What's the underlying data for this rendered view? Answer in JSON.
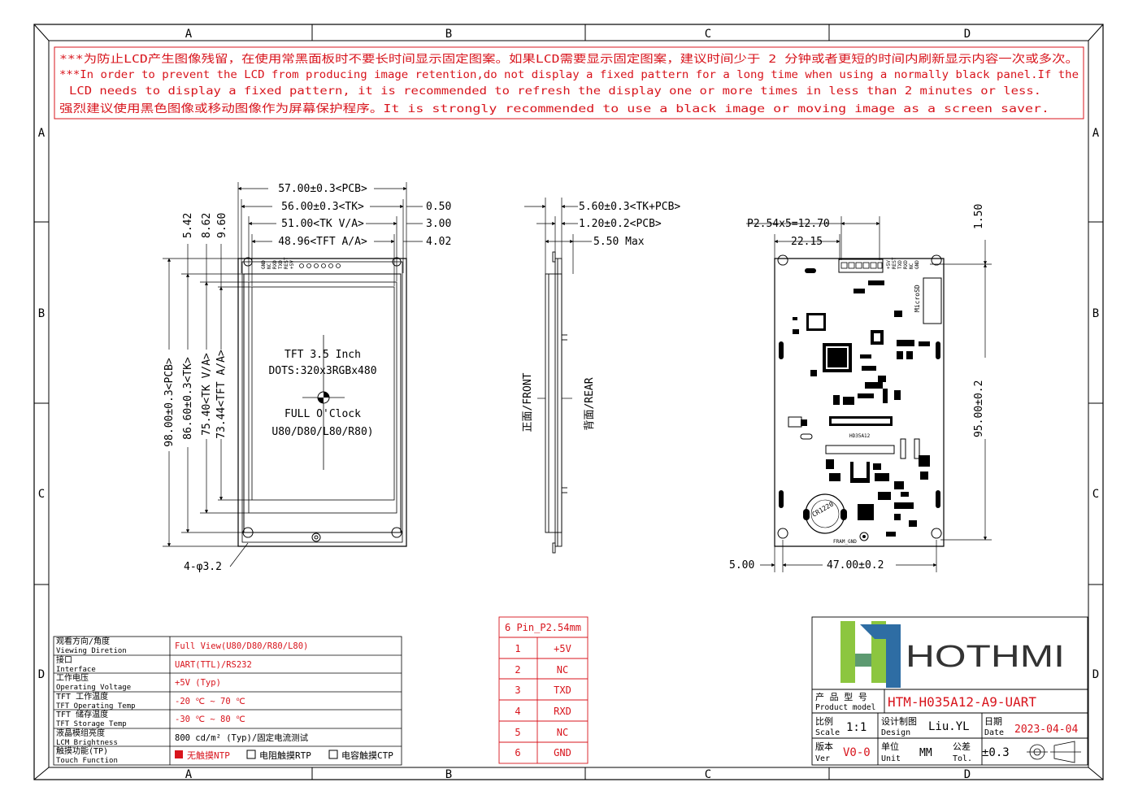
{
  "zones": {
    "columns": [
      "A",
      "B",
      "C",
      "D"
    ],
    "rows": [
      "A",
      "B",
      "C",
      "D"
    ]
  },
  "notice": {
    "line1": "***为防止LCD产生图像残留，在使用常黑面板时不要长时间显示固定图案。如果LCD需要显示固定图案，建议时间少于 2 分钟或者更短的时间内刷新显示内容一次或多次。",
    "line2": "***In order to prevent the LCD from producing image retention,do not display a fixed pattern for a long time when using a normally black panel.If the",
    "line3": "LCD needs to display a fixed pattern, it is recommended to refresh the display one or more times in less than 2 minutes or less.",
    "line4": "强烈建议使用黑色图像或移动图像作为屏幕保护程序。It is strongly recommended to use a black image or moving image as a screen saver."
  },
  "front_view": {
    "dim_pcb_width": "57.00±0.3<PCB>",
    "dim_tk_width": "56.00±0.3<TK>",
    "dim_tk_va_width": "51.00<TK V/A>",
    "dim_tft_aa_width": "48.96<TFT A/A>",
    "dim_right_1": "0.50",
    "dim_right_2": "3.00",
    "dim_right_3": "4.02",
    "dim_top_1": "5.42",
    "dim_top_2": "8.62",
    "dim_top_3": "9.60",
    "dim_pcb_height": "98.00±0.3<PCB>",
    "dim_tk_height": "86.60±0.3<TK>",
    "dim_tk_va_height": "75.40<TK V/A>",
    "dim_tft_aa_height": "73.44<TFT A/A>",
    "screen_line1": "TFT 3.5 Inch",
    "screen_line2": "DOTS:320x3RGBx480",
    "screen_line3": "FULL O'Clock",
    "screen_line4": "U80/D80/L80/R80)",
    "hole_label": "4-φ3.2",
    "pin_labels": [
      "GND",
      "NC",
      "RXD",
      "TXD",
      "REST",
      "+5V"
    ]
  },
  "side_view": {
    "dim_total": "5.60±0.3<TK+PCB>",
    "dim_pcb": "1.20±0.2<PCB>",
    "dim_max": "5.50 Max",
    "front_label": "正面/FRONT",
    "rear_label": "背面/REAR"
  },
  "rear_view": {
    "dim_pitch": "P2.54x5=12.70",
    "dim_offset": "22.15",
    "dim_top": "1.50",
    "dim_height": "95.00±0.2",
    "dim_left": "5.00",
    "dim_width": "47.00±0.2",
    "microsd_label": "MicroSD",
    "battery_label": "CR1220",
    "fram_label": "FRAM_GND",
    "connector_label": "HD35A12",
    "pin_labels": [
      "GND",
      "NC",
      "RXD",
      "TXD",
      "REST",
      "+5V"
    ]
  },
  "spec_table": {
    "rows": [
      {
        "zh": "观看方向/角度",
        "en": "Viewing Diretion",
        "value": "Full View(U80/D80/R80/L80)"
      },
      {
        "zh": "接口",
        "en": "Interface",
        "value": "UART(TTL)/RS232"
      },
      {
        "zh": "工作电压",
        "en": "Operating Voltage",
        "value": "+5V (Typ)"
      },
      {
        "zh": "TFT 工作温度",
        "en": "TFT Operating Temp",
        "value": "-20 ℃ ~ 70 ℃"
      },
      {
        "zh": "TFT 储存温度",
        "en": "TFT Storage Temp",
        "value": "-30 ℃ ~ 80 ℃"
      },
      {
        "zh": "液晶模组亮度",
        "en": "LCM Brightness",
        "value": "800  cd/m² (Typ)/固定电流测试"
      },
      {
        "zh": "触摸功能(TP)",
        "en": "Touch Function",
        "value": ""
      }
    ],
    "touch_options": [
      "无触摸NTP",
      "电阻触摸RTP",
      "电容触摸CTP"
    ]
  },
  "pin_table": {
    "header": "6 Pin_P2.54mm",
    "rows": [
      {
        "no": "1",
        "name": "+5V"
      },
      {
        "no": "2",
        "name": "NC"
      },
      {
        "no": "3",
        "name": "TXD"
      },
      {
        "no": "4",
        "name": "RXD"
      },
      {
        "no": "5",
        "name": "NC"
      },
      {
        "no": "6",
        "name": "GND"
      }
    ]
  },
  "title_block": {
    "brand": "HOTHMI",
    "model_label_zh": "产 品 型 号",
    "model_label_en": "Product model",
    "model_value": "HTM-H035A12-A9-UART",
    "scale_zh": "比例",
    "scale_en": "Scale",
    "scale_value": "1:1",
    "design_zh": "设计制图",
    "design_en": "Design",
    "design_value": "Liu.YL",
    "date_zh": "日期",
    "date_en": "Date",
    "date_value": "2023-04-04",
    "ver_zh": "版本",
    "ver_en": "Ver",
    "ver_value": "V0-0",
    "unit_zh": "单位",
    "unit_en": "Unit",
    "unit_value": "MM",
    "tol_zh": "公差",
    "tol_en": "Tol.",
    "tol_value": "±0.3"
  },
  "colors": {
    "red": "#d8141c",
    "logo_green": "#8cc63f",
    "logo_blue": "#2e6da4"
  }
}
